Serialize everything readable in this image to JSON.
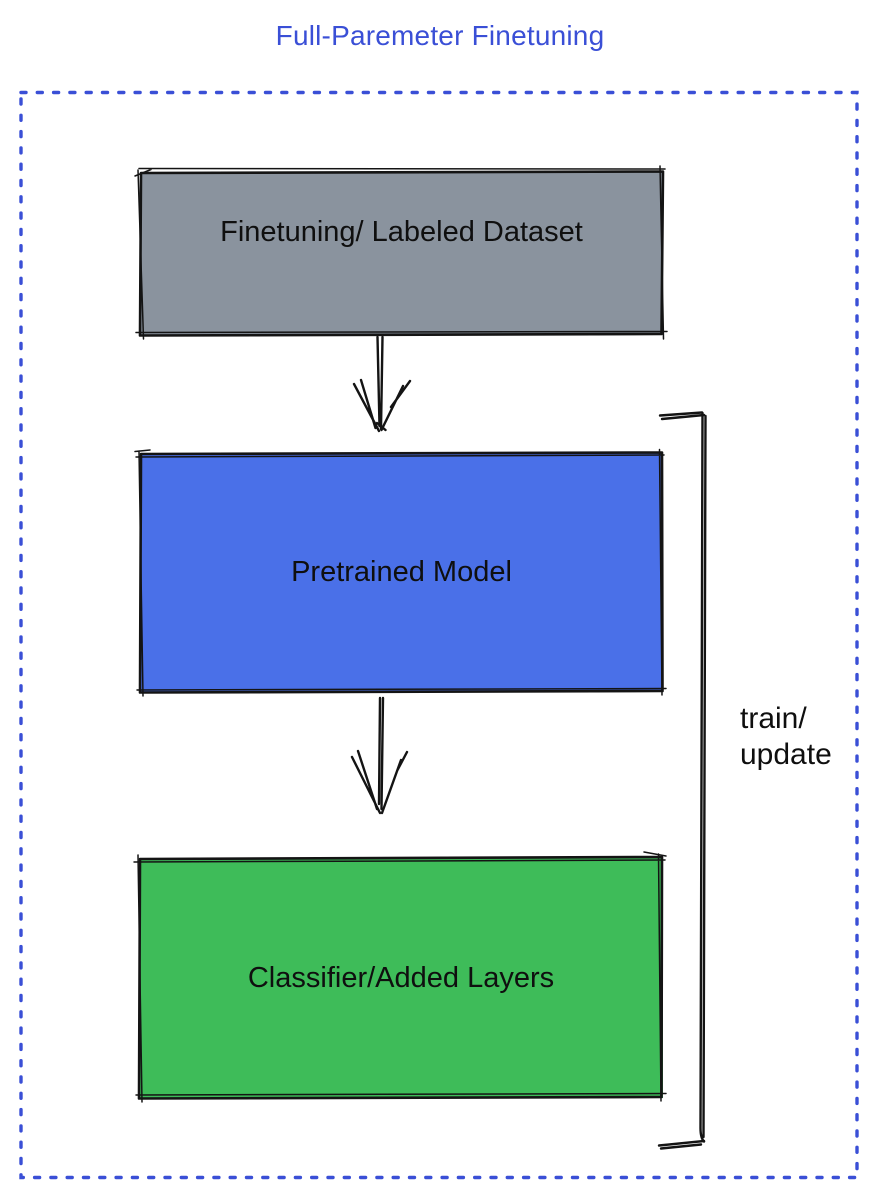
{
  "title": "Full-Paremeter Finetuning",
  "boxes": [
    {
      "label": "Finetuning/ Labeled Dataset",
      "fill": "#8a939e"
    },
    {
      "label": "Pretrained Model",
      "fill": "#4a70e8"
    },
    {
      "label": "Classifier/Added Layers",
      "fill": "#3ebc59"
    }
  ],
  "bracket": {
    "line1": "train/",
    "line2": "update"
  },
  "colors": {
    "accent_blue": "#3a4fd6",
    "stroke": "#141414",
    "text": "#0f0f0f"
  }
}
